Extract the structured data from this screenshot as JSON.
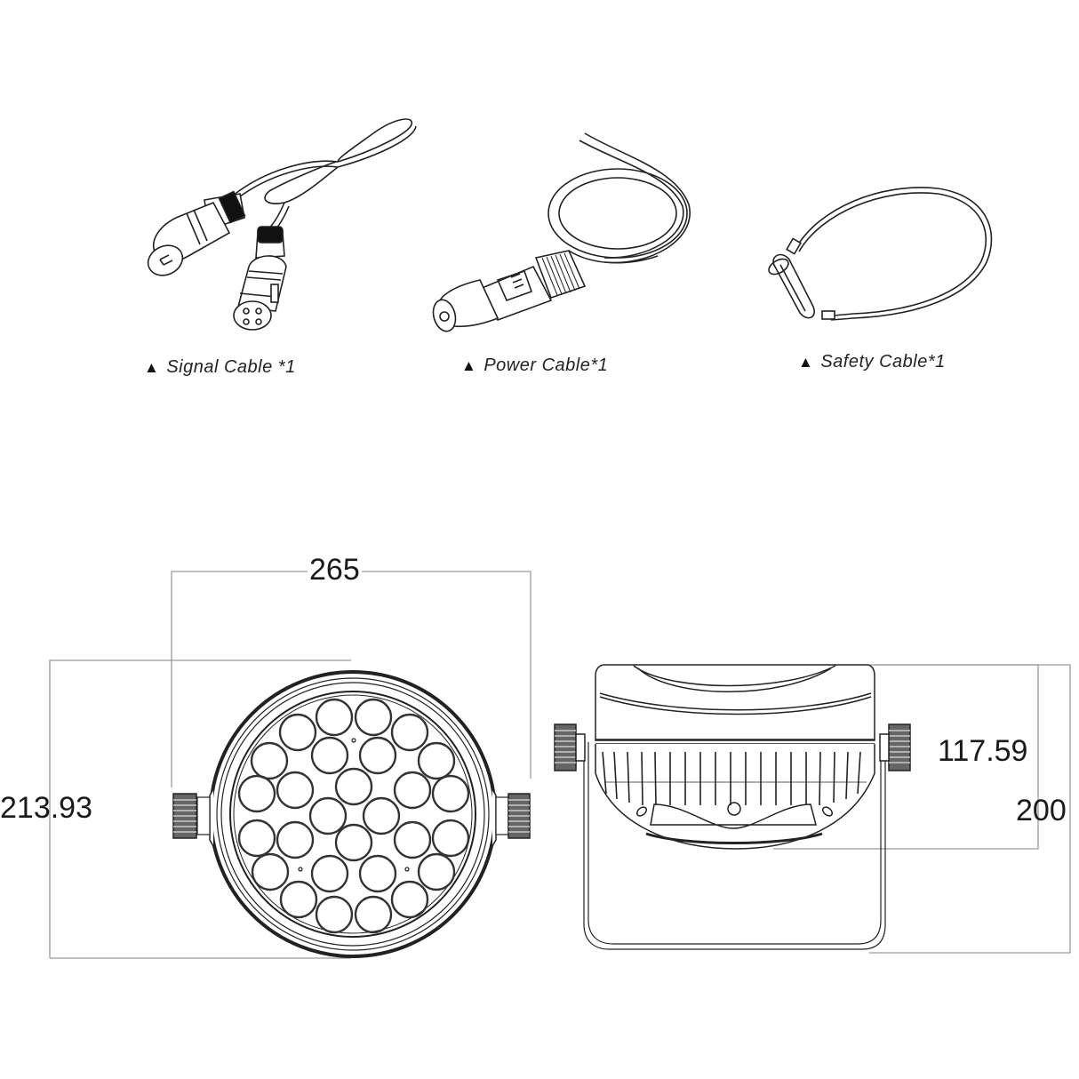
{
  "accessories": [
    {
      "id": "signal",
      "marker": "▲",
      "label": "Signal Cable *1",
      "icon": "xlr-cable-icon"
    },
    {
      "id": "power",
      "marker": "▲",
      "label": "Power Cable*1",
      "icon": "powercon-cable-icon"
    },
    {
      "id": "safety",
      "marker": "▲",
      "label": "Safety Cable*1",
      "icon": "safety-cable-icon"
    }
  ],
  "front_view": {
    "width_label": "265",
    "height_label": "213.93",
    "led_count": 28
  },
  "side_view": {
    "body_height_label": "117.59",
    "total_height_label": "200"
  },
  "colors": {
    "line": "#222222",
    "dimension_line": "#9a9a9a",
    "knob": "#555555"
  }
}
